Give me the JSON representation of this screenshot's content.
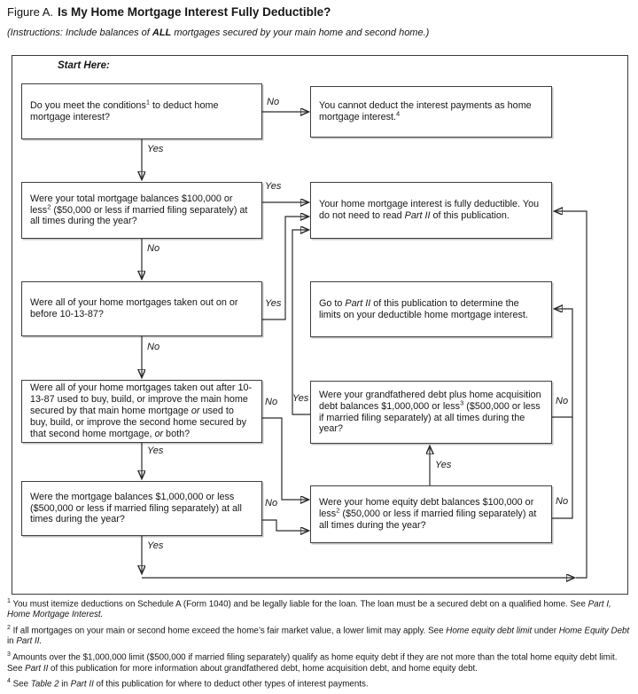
{
  "header": {
    "figure_label": "Figure A.",
    "title": "Is My Home Mortgage Interest Fully Deductible?",
    "instructions_html": "(Instructions: Include balances of <b>ALL</b> mortgages secured by your main home and second home.)"
  },
  "flowchart": {
    "start_here": "Start Here:",
    "boxes": {
      "q1": {
        "text_html": "Do you meet the conditions<sup>1</sup> to deduct home mortgage interest?"
      },
      "r1": {
        "text_html": "You cannot deduct the interest payments as home mortgage interest.<sup>4</sup>"
      },
      "q2": {
        "text_html": "Were your total mortgage balances $100,000 or less<sup>2</sup> ($50,000 or less if married filing separately) at all times during the year?"
      },
      "r2": {
        "text_html": "Your home mortgage interest is fully deductible. You do not need to read <i>Part II</i> of this publication."
      },
      "q3": {
        "text_html": "Were all of your home mortgages taken out on or before 10-13-87?"
      },
      "r3": {
        "text_html": "Go to <i>Part II</i> of this publication to determine the limits on your deductible home mortgage interest."
      },
      "q4": {
        "text_html": "Were all of your home mortgages taken out after 10-13-87 used to buy, build, or improve the main home secured by that main home mortgage <i>or</i> used to buy, build, or improve the second home secured by that second home mortgage, <i>or</i> both?"
      },
      "r4": {
        "text_html": "Were your grandfathered debt plus home acquisition debt balances $1,000,000 or less<sup>3</sup> ($500,000 or less if married filing separately) at all times during the year?"
      },
      "q5": {
        "text_html": "Were the mortgage balances $1,000,000 or less ($500,000 or less if married filing separately) at all times during the year?"
      },
      "r5": {
        "text_html": "Were your home equity debt balances $100,000 or less<sup>2</sup> ($50,000 or less if married filing separately) at all times during the year?"
      }
    },
    "labels": {
      "q1_yes": "Yes",
      "q1_no": "No",
      "q2_yes": "Yes",
      "q2_no": "No",
      "q3_yes": "Yes",
      "q3_no": "No",
      "q4_yes": "Yes",
      "q4_no": "No",
      "r4_yes": "Yes",
      "r4_no": "No",
      "q5_yes": "Yes",
      "q5_no": "No",
      "r5_yes": "Yes",
      "r5_no": "No"
    }
  },
  "footnotes": [
    {
      "html": "<sup>1</sup> You must itemize deductions on Schedule A (Form 1040) and be legally liable for the loan. The loan must be a secured debt on a qualified home. See <i>Part I, Home Mortgage Interest.</i>"
    },
    {
      "html": "<sup>2</sup> If all mortgages on your main or second home exceed the home&#8217;s fair market value, a lower limit may apply. See <i>Home equity debt limit</i> under <i>Home Equity Debt</i> in <i>Part II.</i>"
    },
    {
      "html": "<sup>3</sup> Amounts over the $1,000,000 limit ($500,000 if married filing separately) qualify as home equity debt if they are not more than the total home equity debt limit. See <i>Part II</i> of this publication for more information about grandfathered debt, home acquisition debt, and home equity debt."
    },
    {
      "html": "<sup>4</sup> See <i>Table 2</i> in <i>Part II</i> of this publication for where to deduct other types of interest payments."
    }
  ]
}
